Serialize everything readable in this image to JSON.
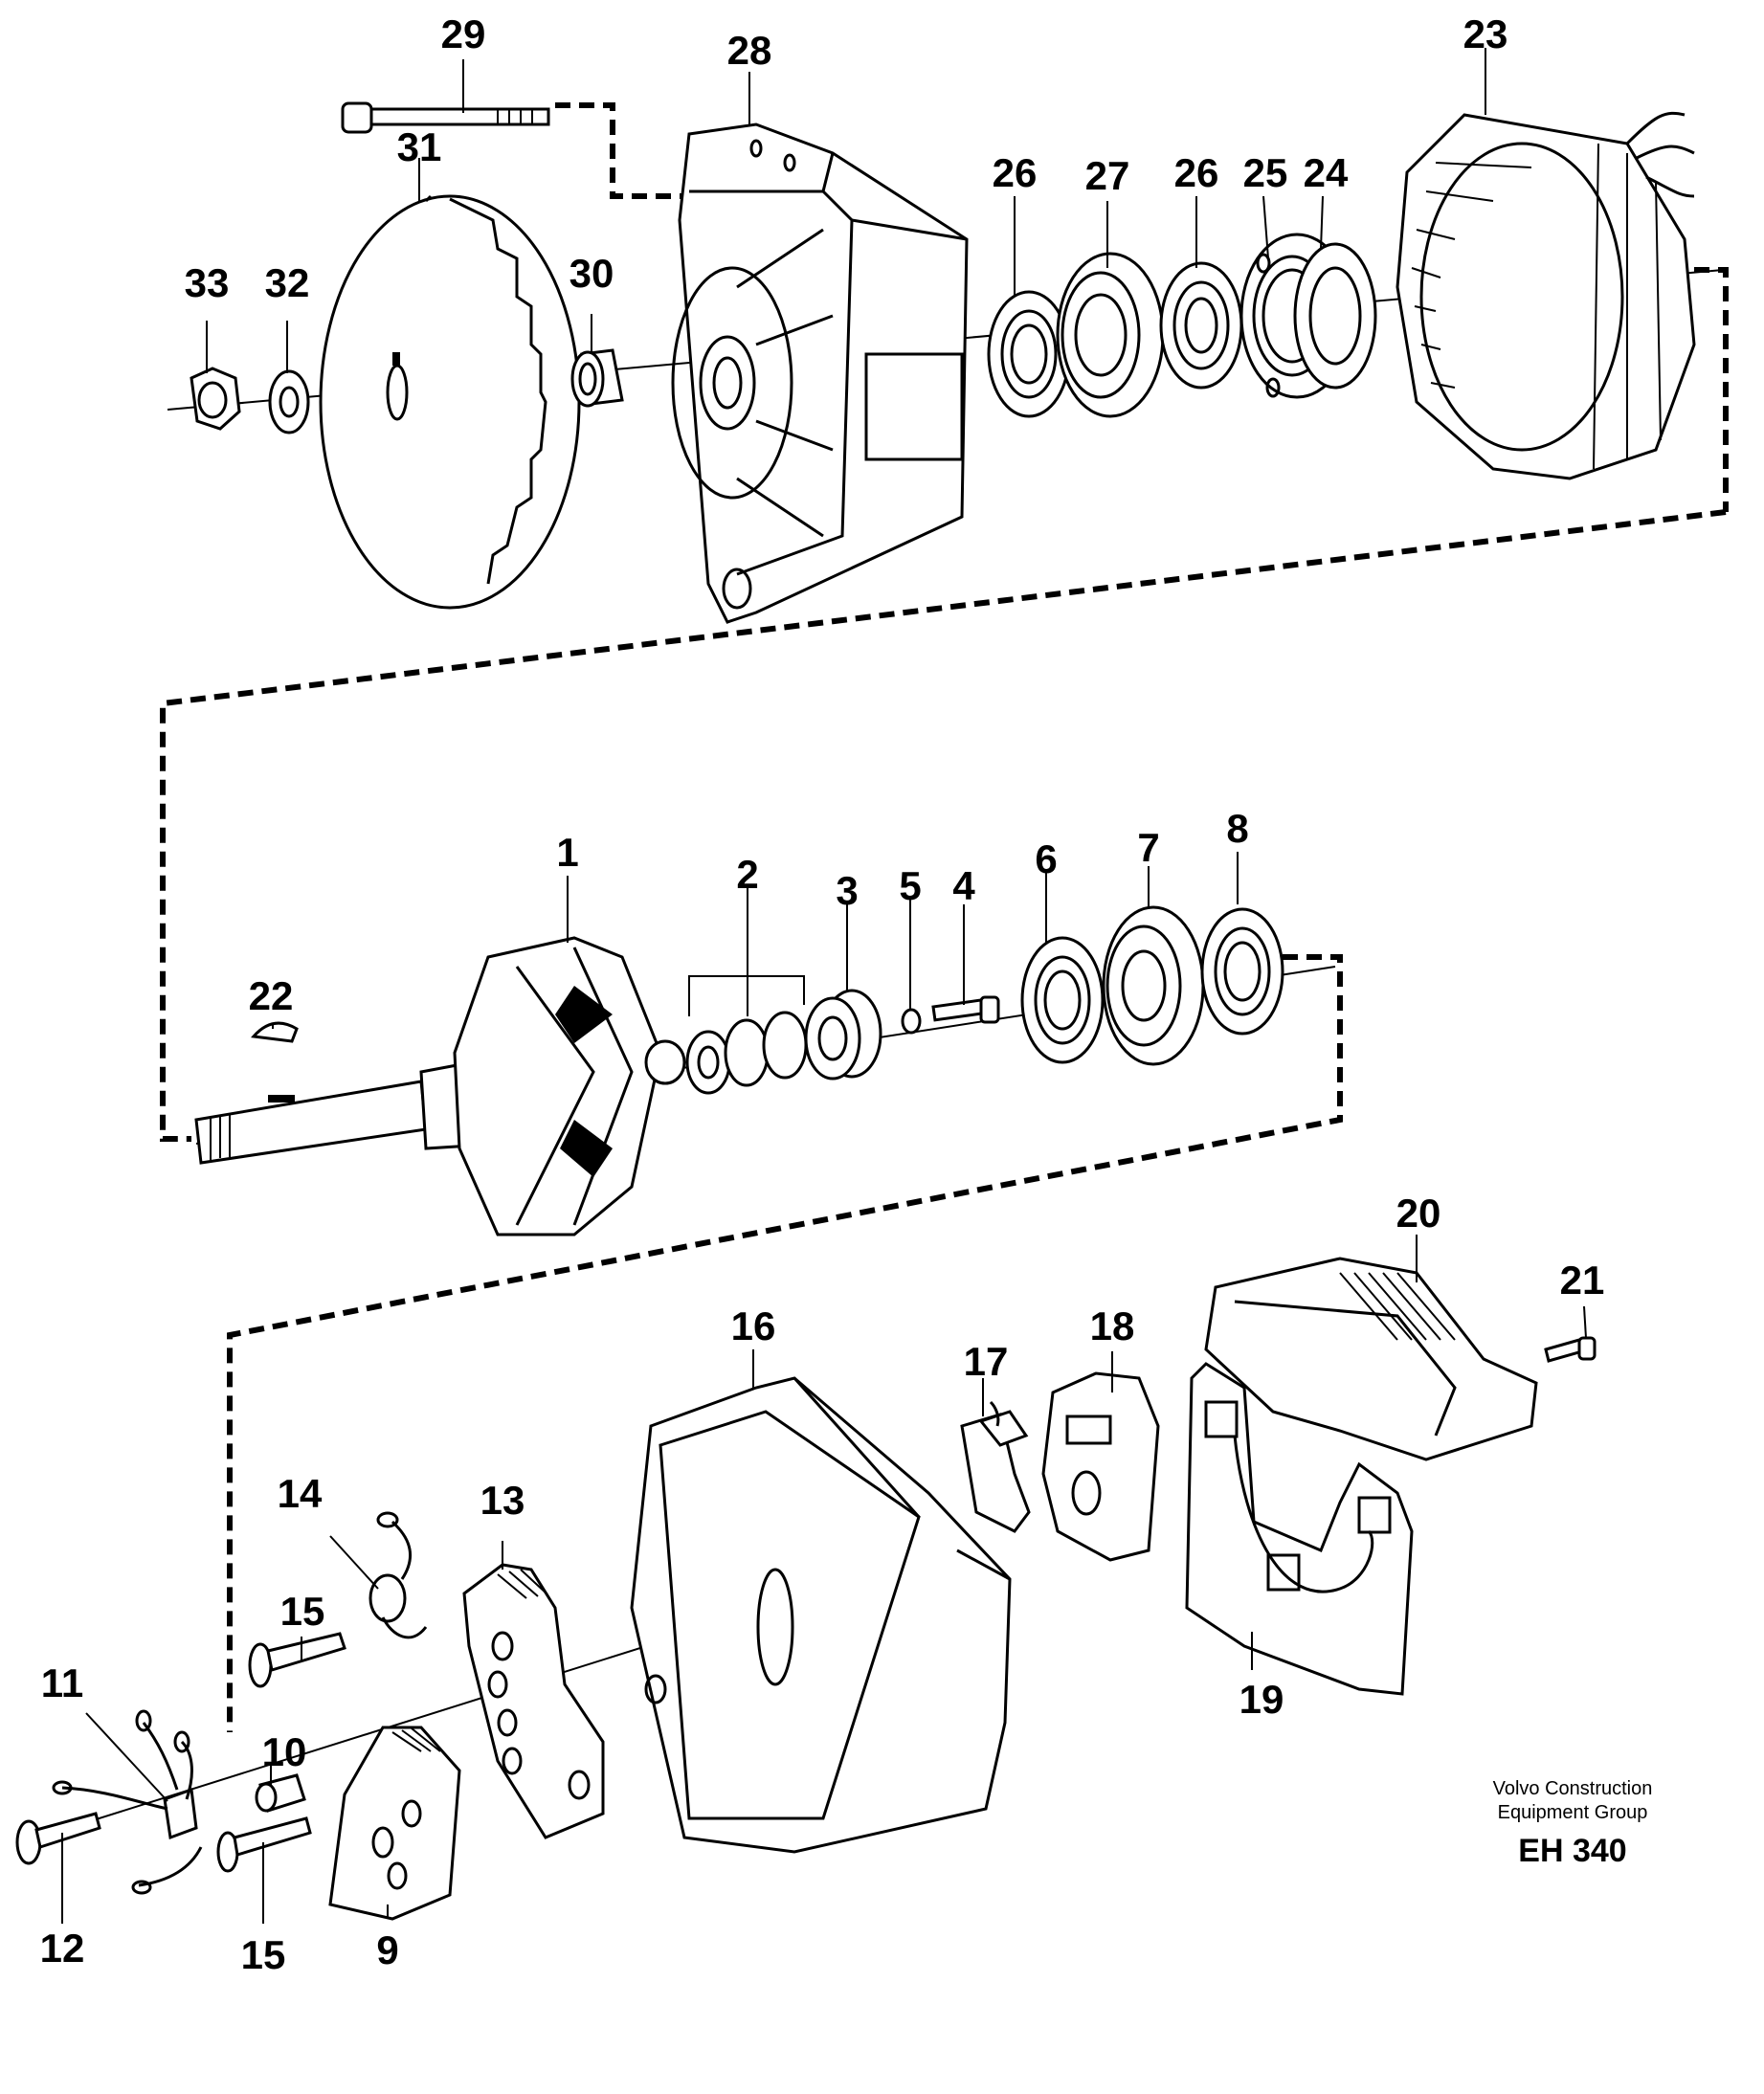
{
  "diagram": {
    "parts": [
      {
        "id": "1"
      },
      {
        "id": "2"
      },
      {
        "id": "3"
      },
      {
        "id": "4"
      },
      {
        "id": "5"
      },
      {
        "id": "6"
      },
      {
        "id": "7"
      },
      {
        "id": "8"
      },
      {
        "id": "9"
      },
      {
        "id": "10"
      },
      {
        "id": "11"
      },
      {
        "id": "12"
      },
      {
        "id": "13"
      },
      {
        "id": "14"
      },
      {
        "id": "15"
      },
      {
        "id": "16"
      },
      {
        "id": "17"
      },
      {
        "id": "18"
      },
      {
        "id": "19"
      },
      {
        "id": "20"
      },
      {
        "id": "21"
      },
      {
        "id": "22"
      },
      {
        "id": "23"
      },
      {
        "id": "24"
      },
      {
        "id": "25"
      },
      {
        "id": "26"
      },
      {
        "id": "27"
      },
      {
        "id": "28"
      },
      {
        "id": "29"
      },
      {
        "id": "30"
      },
      {
        "id": "31"
      },
      {
        "id": "32"
      },
      {
        "id": "33"
      }
    ],
    "labels": {
      "l1": "1",
      "l2": "2",
      "l3": "3",
      "l4": "4",
      "l5": "5",
      "l6": "6",
      "l7": "7",
      "l8": "8",
      "l9": "9",
      "l10": "10",
      "l11": "11",
      "l12": "12",
      "l13": "13",
      "l14": "14",
      "l15a": "15",
      "l15b": "15",
      "l16": "16",
      "l17": "17",
      "l18": "18",
      "l19": "19",
      "l20": "20",
      "l21": "21",
      "l22": "22",
      "l23": "23",
      "l24": "24",
      "l25": "25",
      "l26a": "26",
      "l26b": "26",
      "l27": "27",
      "l28": "28",
      "l29": "29",
      "l30": "30",
      "l31": "31",
      "l32": "32",
      "l33": "33"
    }
  },
  "publisher": {
    "line1": "Volvo Construction",
    "line2": "Equipment Group",
    "code": "EH 340"
  }
}
